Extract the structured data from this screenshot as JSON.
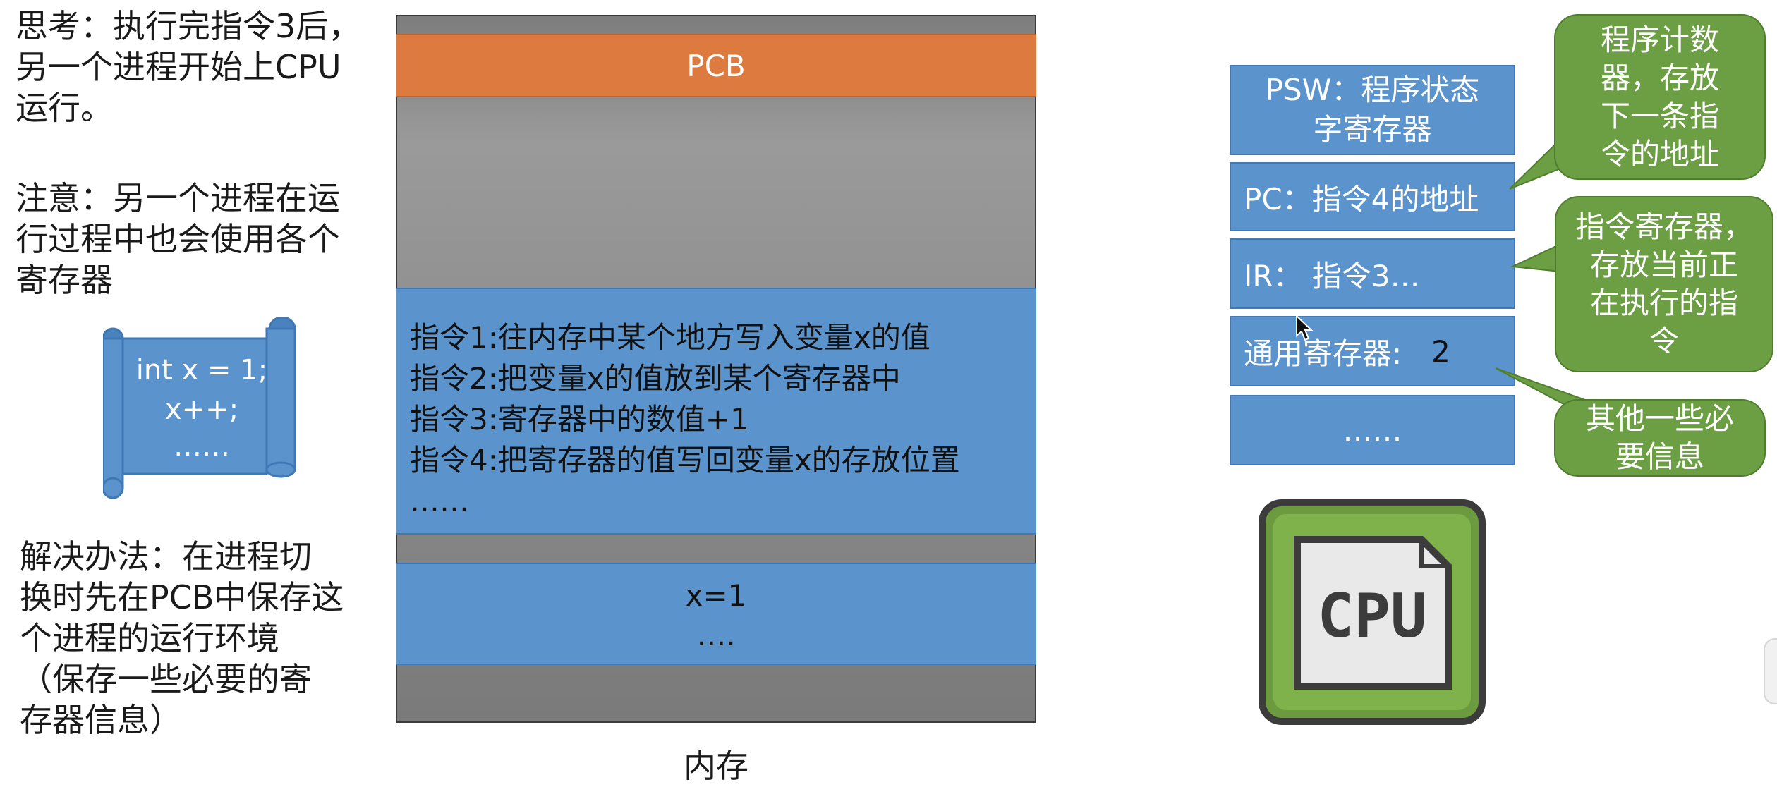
{
  "left_notes": {
    "think": "思考：执行完指令3后，\n另一个进程开始上CPU\n运行。",
    "attention": "注意：另一个进程在运\n行过程中也会使用各个\n寄存器",
    "solution": "解决办法：在进程切\n换时先在PCB中保存这\n个进程的运行环境\n（保存一些必要的寄\n存器信息）"
  },
  "code_scroll": {
    "lines": [
      "int x = 1;",
      "x++;",
      "……"
    ]
  },
  "memory": {
    "label": "内存",
    "pcb": "PCB",
    "instructions": [
      "指令1:往内存中某个地方写入变量x的值",
      "指令2:把变量x的值放到某个寄存器中",
      "指令3:寄存器中的数值+1",
      "指令4:把寄存器的值写回变量x的存放位置",
      "……"
    ],
    "variable": [
      "x=1",
      "…."
    ]
  },
  "registers": {
    "psw": "PSW：程序状态\n字寄存器",
    "pc": "PC：指令4的地址",
    "ir": "IR：  指令3…",
    "general_label": "通用寄存器:",
    "general_value": "2",
    "more": "……"
  },
  "callouts": {
    "pc": "程序计数\n器，存放\n下一条指\n令的地址",
    "ir": "指令寄存器，\n存放当前正\n在执行的指\n令",
    "other": "其他一些必\n要信息"
  },
  "cpu_icon": {
    "label": "CPU",
    "colors": {
      "outer": "#6c9a3f",
      "inner": "#e9e9e9",
      "outline": "#3c3c3c"
    }
  },
  "colors": {
    "memory_blue": "#5b93cc",
    "pcb_orange": "#dc7a3f",
    "callout_green": "#6c9e43"
  }
}
